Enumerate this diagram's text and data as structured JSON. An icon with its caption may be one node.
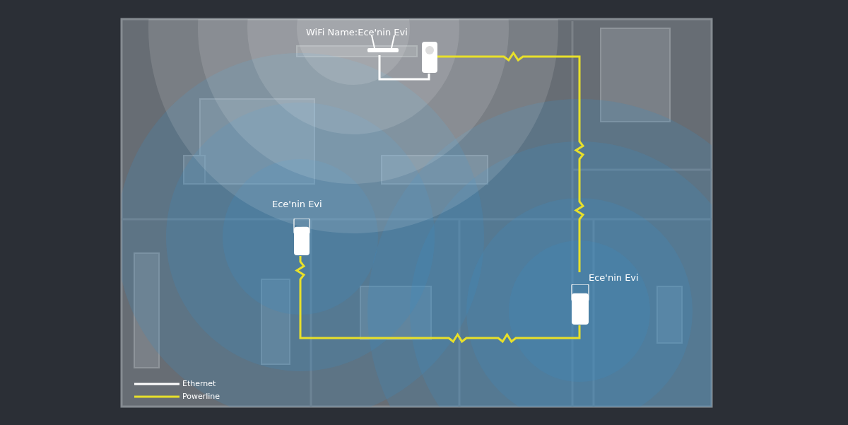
{
  "diagram": {
    "nodes": [
      {
        "text": [
          "WiFi Name:Ece'nin Evi"
        ]
      },
      {
        "text": [],
        "shape": "picture"
      },
      {
        "text": [
          "Ece'nin Evi"
        ]
      },
      {
        "text": [
          "Ece'nin Evi"
        ]
      }
    ],
    "edges": [
      {
        "from": 0,
        "to": 1,
        "arrow": "none",
        "color": "#ffffff"
      },
      {
        "from": 1,
        "to": 3,
        "arrow": "none"
      },
      {
        "from": 3,
        "to": 2,
        "arrow": "none"
      }
    ],
    "legend": [
      {
        "text": "Ethernet"
      },
      {
        "text": "Powerline"
      }
    ]
  }
}
